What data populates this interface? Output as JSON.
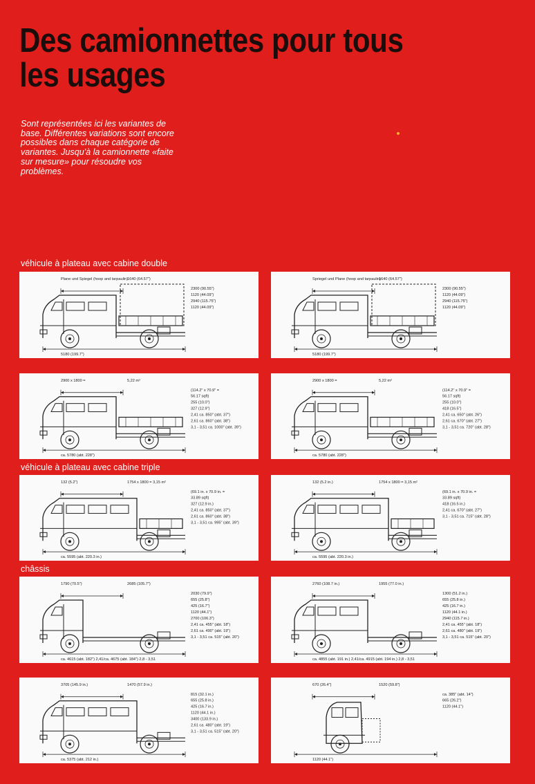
{
  "title": "Des camionnettes pour tous les usages",
  "intro": "Sont représentées ici les variantes de base. Différentes variations sont encore possibles dans chaque catégorie de variantes. Jusqu'à la camionnette «faite sur mesure» pour résoudre vos problèmes.",
  "sections": {
    "double_cab": "véhicule à plateau avec cabine double",
    "triple_cab": "véhicule à plateau avec cabine triple",
    "chassis": "châssis"
  },
  "panels": [
    {
      "cab": "double",
      "labels": [
        "Plane und Spiegel (hoop and tarpaulin)",
        "1640 (64.57\")",
        "2300 (90.55\")",
        "1120 (44.09\")",
        "2940 (115.75\")",
        "1120 (44.09\")",
        "5180 (199.7\")"
      ]
    },
    {
      "cab": "double",
      "labels": [
        "Spriegel und Plane (hoop and tarpaulin)",
        "1640 (64.57\")",
        "2300 (90.55\")",
        "1120 (44.09\")",
        "2940 (115.75\")",
        "1120 (44.09\")",
        "5180 (199.7\")"
      ]
    },
    {
      "cab": "double",
      "labels": [
        "2900 x 1800 =",
        "5,22 m²",
        "(114.2\" x 70.9\" =",
        "56.17 sqft)",
        "255 (10.0\")",
        "327 (12.9\")",
        "2,41 ca. 850\" (abt. 37\")",
        "2,61 ca. 860\" (abt. 38\")",
        "3,1 - 3,51 ca. 1000\" (abt. 39\")",
        "ca. 5780 (abt. 228\")"
      ]
    },
    {
      "cab": "double",
      "labels": [
        "2900 x 1800 =",
        "5,22 m²",
        "(114.2\" x 70.9\" =",
        "56.17 sqft)",
        "255 (10.0\")",
        "418 (16.5\")",
        "2,41 ca. 650\" (abt. 26\")",
        "2,61 ca. 670\" (abt. 27\")",
        "3,1 - 3,51 ca. 720\" (abt. 28\")",
        "ca. 5780 (abt. 228\")"
      ]
    },
    {
      "cab": "triple",
      "labels": [
        "132 (5.2\")",
        "1754 x 1800 = 3,15 m²",
        "(69.1 in. x 70.9 in. =",
        "33.89 sqft)",
        "327 (12.9 in.)",
        "2,41 ca. 850\" (abt. 37\")",
        "2,61 ca. 860\" (abt. 38\")",
        "3,1 - 3,51 ca. 995\" (abt. 39\")",
        "ca. 5595 (abt. 220.3 in.)"
      ]
    },
    {
      "cab": "triple",
      "labels": [
        "132 (5.2 in.)",
        "1754 x 1800 = 3,15 m²",
        "(69.1 in. x 70.9 in. =",
        "33.89 sqft)",
        "418 (16.5 in.)",
        "2,41 ca. 670\" (abt. 27\")",
        "3,1 - 3,51 ca. 715\" (abt. 28\")",
        "ca. 5595 (abt. 220.3 in.)"
      ]
    },
    {
      "cab": "single",
      "labels": [
        "1790 (70.5\")",
        "2685 (105.7\")",
        "2030 (79.9\")",
        "655 (25.8\")",
        "425 (16.7\")",
        "1120 (44.1\")",
        "2700 (106.3\")",
        "2,41 ca. 455\" (abt. 18\")",
        "2,61 ca. 490\" (abt. 19\")",
        "3,1 - 3,51 ca. 515\" (abt. 20\")",
        "ca. 4615 (abt. 182\") 2,41/ca. 4675 (abt. 184\") 2,8 - 3,51"
      ]
    },
    {
      "cab": "double",
      "labels": [
        "2760 (108.7 in.)",
        "1955 (77.0 in.)",
        "1300 (51.2 in.)",
        "655 (25.8 in.)",
        "425 (16.7 in.)",
        "1120 (44.1 in.)",
        "2940 (115.7 in.)",
        "2,41 ca. 455\" (abt. 18\")",
        "2,61 ca. 480\" (abt. 19\")",
        "3,1 - 3,51 ca. 515\" (abt. 20\")",
        "ca. 4855 (abt. 191 in.) 2,41/ca. 4915 (abt. 194 in.) 2,8 - 3,51"
      ]
    },
    {
      "cab": "triple",
      "labels": [
        "3705 (145.9 in.)",
        "1470 (57.9 in.)",
        "815 (32.1 in.)",
        "655 (25.8 in.)",
        "425 (16.7 in.)",
        "1120 (44.1 in.)",
        "3400 (133.9 in.)",
        "2,61 ca. 480\" (abt. 19\")",
        "3,1 - 3,51 ca. 515\" (abt. 20\")",
        "ca. 5375 (abt. 212 in.)"
      ]
    },
    {
      "cab": "front",
      "labels": [
        "670 (26.4\")",
        "1520 (59.8\")",
        "ca. 385\" (abt. 14\")",
        "665 (26.2\")",
        "1120 (44.1\")",
        "1120 (44.1\")"
      ]
    }
  ]
}
